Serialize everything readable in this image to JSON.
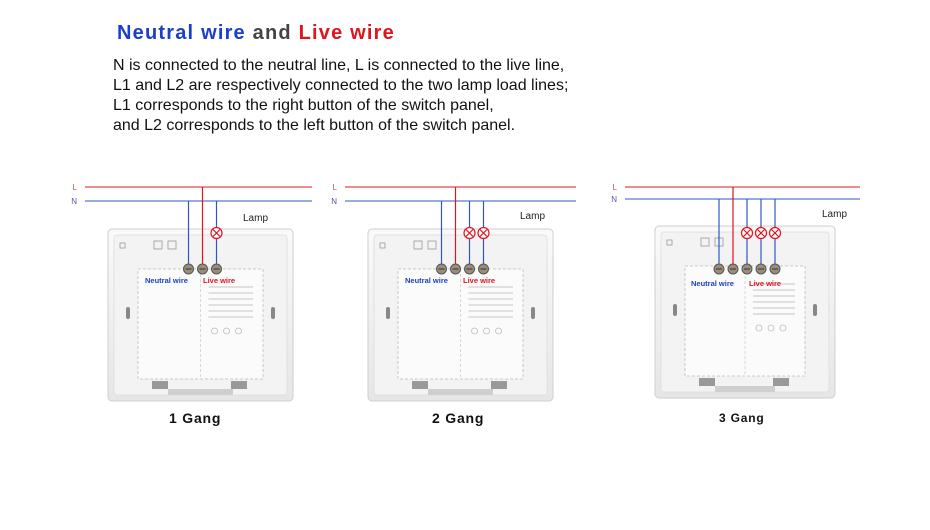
{
  "title": {
    "part1": "Neutral wire",
    "part2": "and",
    "part3": "Live wire"
  },
  "description": [
    "N is connected to the neutral line, L is connected to the live line,",
    "L1 and L2 are respectively connected to the two lamp load lines;",
    "L1 corresponds to the right button of the switch panel,",
    "and L2 corresponds to the left button of the switch panel."
  ],
  "colors": {
    "neutral": "#2f56c8",
    "live": "#e0141e",
    "text_neutral": "#1a3fc8",
    "text_live": "#e0141e"
  },
  "line_labels": {
    "live": "L",
    "neutral": "N"
  },
  "lamp_label": "Lamp",
  "wire_labels": {
    "neutral": "Neutral wire",
    "live": "Live wire"
  },
  "panels": [
    {
      "gang_label": "1 Gang",
      "lamp_count": 1
    },
    {
      "gang_label": "2 Gang",
      "lamp_count": 2
    },
    {
      "gang_label": "3 Gang",
      "lamp_count": 3
    }
  ]
}
